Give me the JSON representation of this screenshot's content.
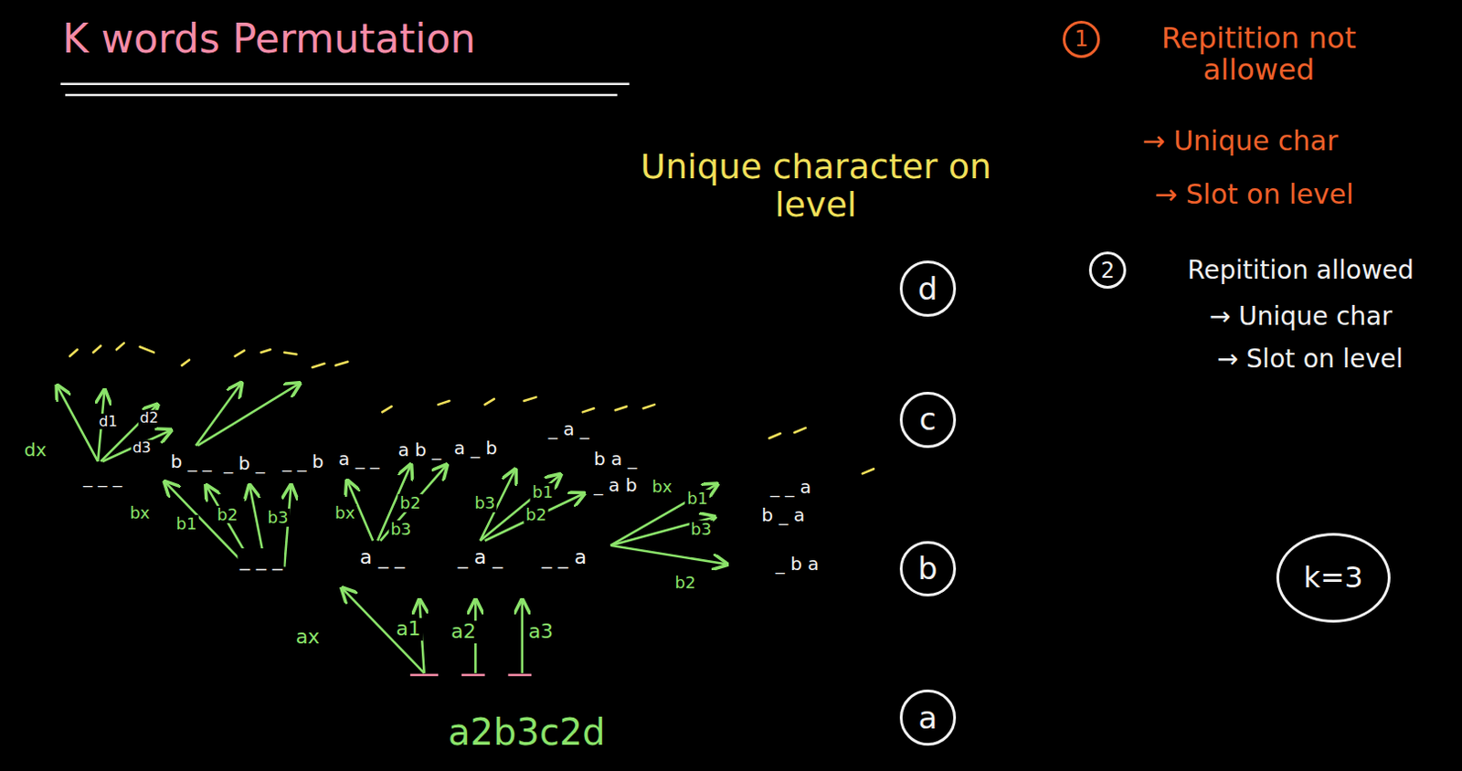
{
  "diagram": {
    "title": "K words Permutation",
    "nodes": [
      {
        "text": [
          "1"
        ]
      },
      {
        "text": [
          "2"
        ]
      },
      {
        "text": [
          "d"
        ]
      },
      {
        "text": [
          "c"
        ]
      },
      {
        "text": [
          "b"
        ]
      },
      {
        "text": [
          "k=3"
        ]
      },
      {
        "text": [
          "a"
        ]
      }
    ],
    "labels": [
      "Unique character on level",
      "Repitition not allowed",
      "→ Unique char",
      "→ Slot on level",
      "Repitition allowed",
      "→ Unique char",
      "→ Slot on level",
      "a2b3c2d",
      "ax",
      "a1",
      "a2",
      "a3",
      "_ _ _",
      "a _ _",
      "_ a _",
      "_ _ a",
      "bx",
      "b1",
      "b2",
      "b3",
      "bx",
      "b2",
      "b3",
      "b3",
      "b1",
      "b2",
      "bx",
      "b1",
      "b3",
      "b2",
      "_ _ _",
      "b _ _",
      "_ b _",
      "_ _ b",
      "a _ _",
      "a b _",
      "a _ b",
      "_ a _",
      "b a _",
      "_ a b",
      "_ _ a",
      "b _ a",
      "_ b a",
      "dx",
      "d1",
      "d2",
      "d3"
    ]
  }
}
